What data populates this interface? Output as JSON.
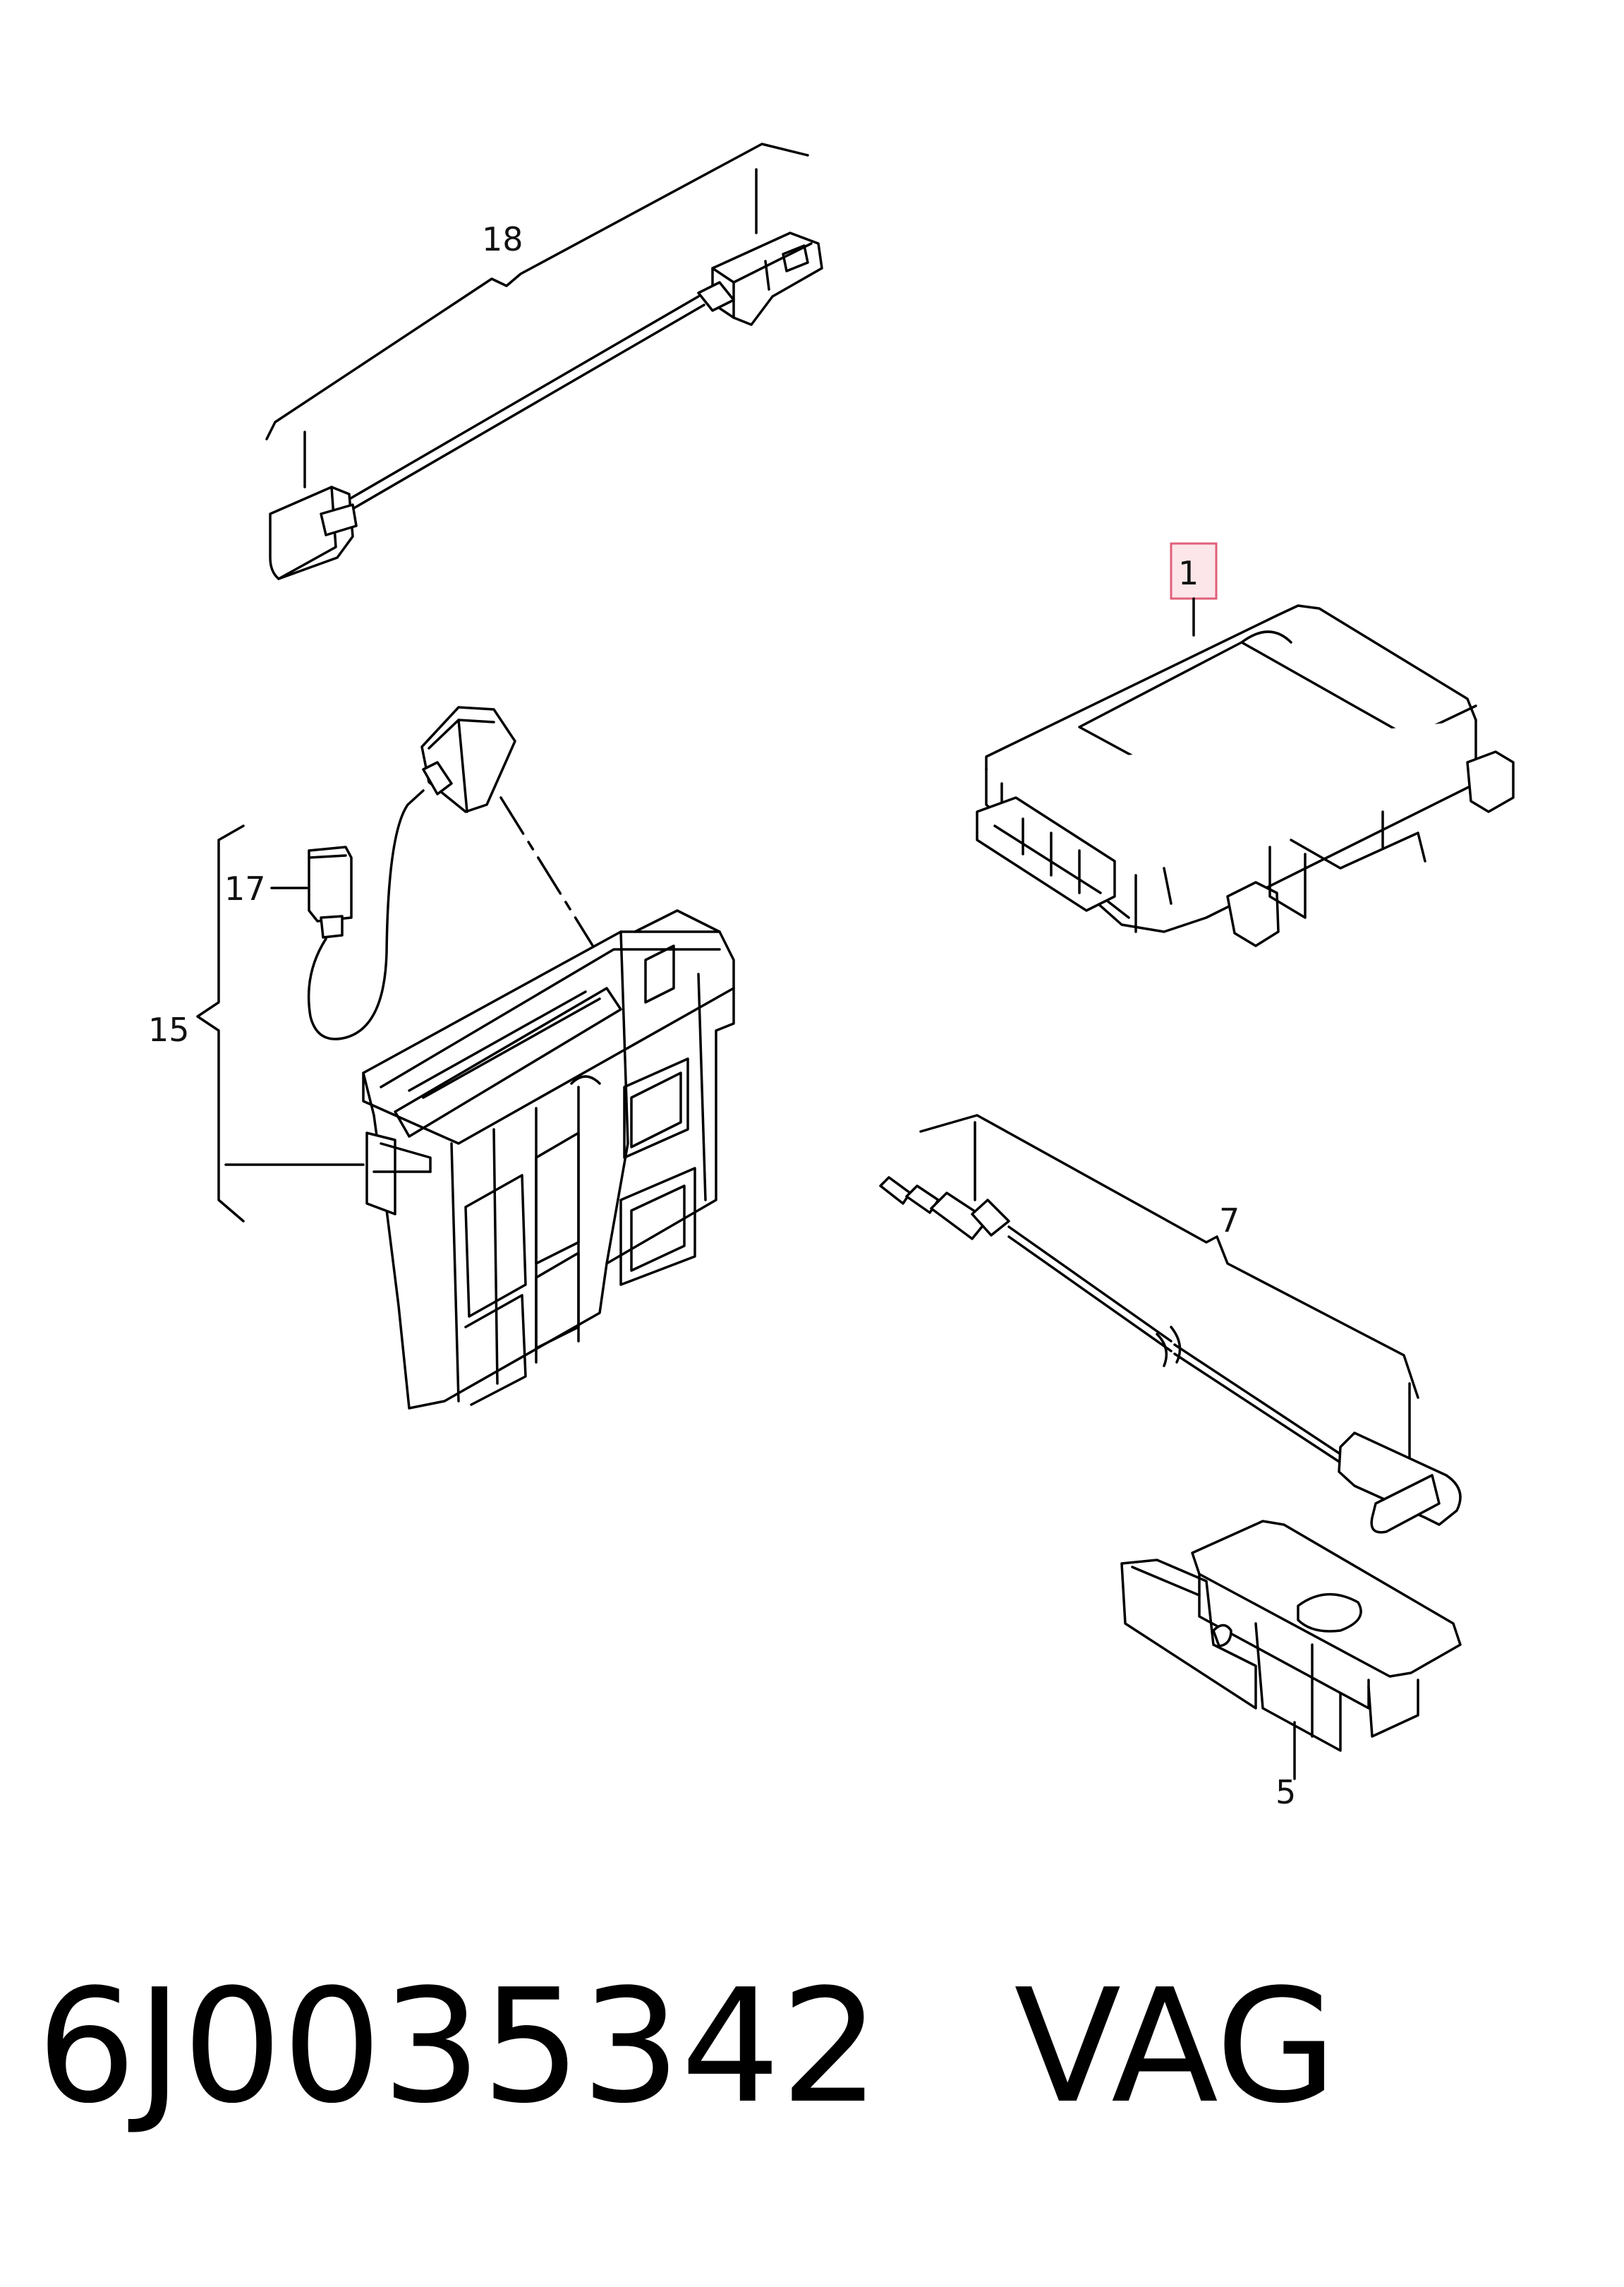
{
  "callouts": {
    "c18": "18",
    "c1": "1",
    "c17": "17",
    "c15": "15",
    "c7": "7",
    "c5": "5"
  },
  "highlight_color": "#e0607a",
  "highlight_fill": "#fde6ea",
  "footer": {
    "part_number": "6J0035342",
    "brand": "VAG"
  }
}
